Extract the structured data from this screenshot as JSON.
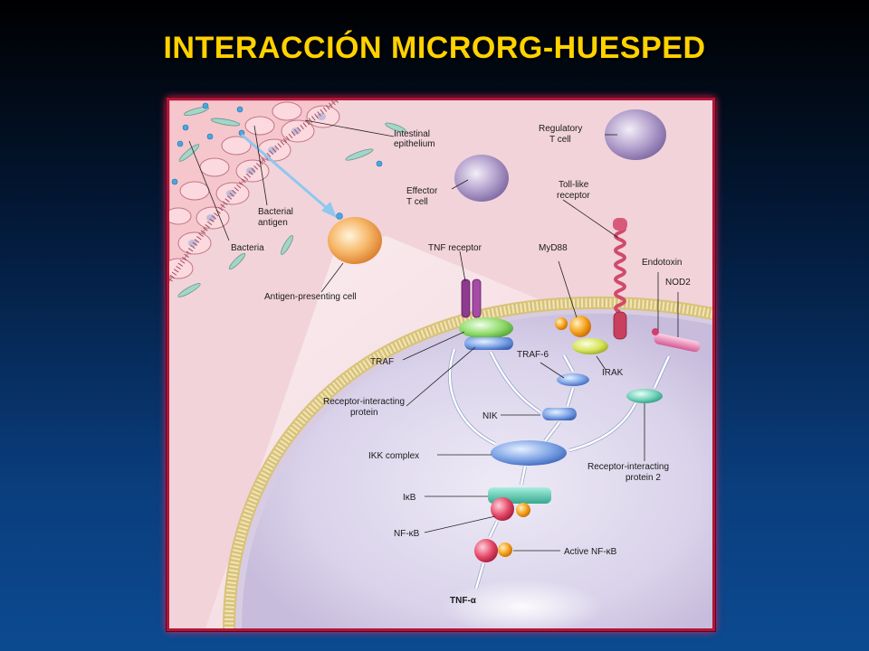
{
  "slide": {
    "title": "INTERACCIÓN MICRORG-HUESPED",
    "title_color": "#ffd200",
    "frame_color": "#b0163a"
  },
  "figure": {
    "labels": {
      "intestinal_epithelium_1": "Intestinal",
      "intestinal_epithelium_2": "epithelium",
      "regulatory_t_cell_1": "Regulatory",
      "regulatory_t_cell_2": "T cell",
      "effector_t_cell_1": "Effector",
      "effector_t_cell_2": "T cell",
      "bacterial_antigen_1": "Bacterial",
      "bacterial_antigen_2": "antigen",
      "bacteria": "Bacteria",
      "toll_like_receptor_1": "Toll-like",
      "toll_like_receptor_2": "receptor",
      "tnf_receptor": "TNF receptor",
      "myd88": "MyD88",
      "endotoxin": "Endotoxin",
      "nod2": "NOD2",
      "antigen_presenting_cell": "Antigen-presenting cell",
      "traf": "TRAF",
      "traf6": "TRAF-6",
      "irak": "IRAK",
      "receptor_interacting_protein_1": "Receptor-interacting",
      "receptor_interacting_protein_2": "protein",
      "nik": "NIK",
      "ikk_complex": "IKK complex",
      "receptor_interacting_protein2_1": "Receptor-interacting",
      "receptor_interacting_protein2_2": "protein 2",
      "ikb": "IκB",
      "nfkb": "NF-κB",
      "active_nfkb": "Active NF-κB",
      "tnf_alpha": "TNF-α"
    }
  }
}
